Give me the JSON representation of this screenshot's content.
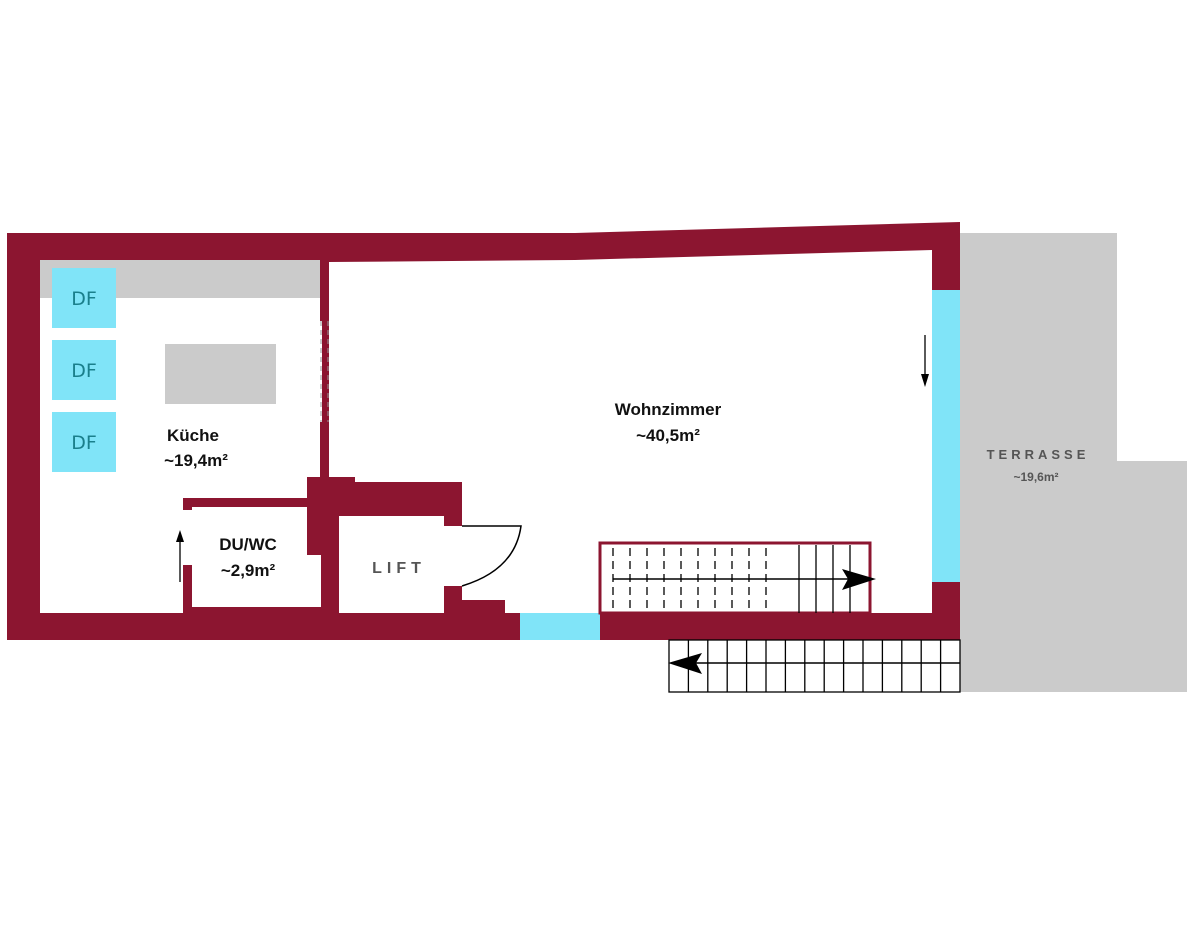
{
  "colors": {
    "wall": "#8c1530",
    "window": "#80e4f8",
    "terrace": "#cbcbcb",
    "furniture": "#cbcbcb"
  },
  "rooms": {
    "kitchen": {
      "name": "Küche",
      "area": "~19,4m²"
    },
    "bathroom": {
      "name": "DU/WC",
      "area": "~2,9m²"
    },
    "living": {
      "name": "Wohnzimmer",
      "area": "~40,5m²"
    },
    "terrace": {
      "name": "TERRASSE",
      "area": "~19,6m²"
    },
    "lift": {
      "name": "LIFT"
    }
  },
  "skylights": [
    "DF",
    "DF",
    "DF"
  ]
}
